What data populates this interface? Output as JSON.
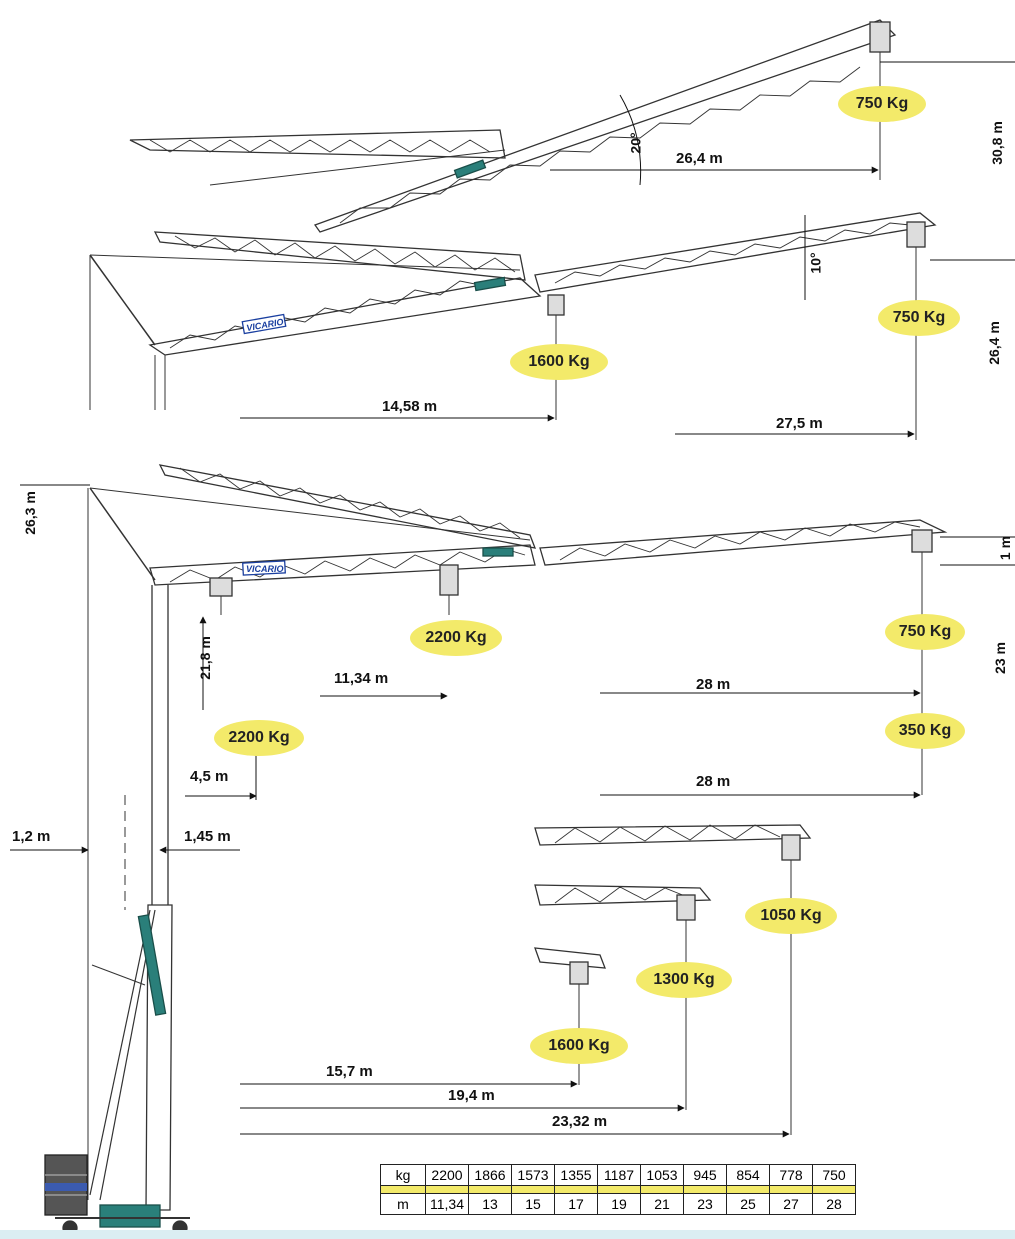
{
  "brand": "VICARIO",
  "colors": {
    "load_highlight": "#f3ea6a",
    "structure": "#333333",
    "accent": "#2a7f7a"
  },
  "configurations": {
    "raised_20": {
      "angle": "20°",
      "radius": "26,4 m",
      "height": "30,8 m",
      "tip_load": "750 Kg"
    },
    "raised_10": {
      "angle": "10°",
      "radius_mid": "14,58 m",
      "load_mid": "1600 Kg",
      "radius_tip": "27,5 m",
      "load_tip": "750 Kg",
      "height": "26,4 m"
    },
    "horizontal": {
      "top_height": "26,3 m",
      "hook_height": "21,8 m",
      "tip_drop": "1 m",
      "tip_height": "23 m",
      "r_min": "4,5 m",
      "load_min": "2200 Kg",
      "r_mid": "11,34 m",
      "load_mid": "2200 Kg",
      "r_tip": "28 m",
      "load_tip": "750 Kg",
      "r_tip2": "28 m",
      "load_tip2": "350 Kg",
      "back_offset": "1,2 m",
      "front_offset": "1,45 m"
    },
    "short_jibs": [
      {
        "radius": "15,7 m",
        "load": "1600 Kg"
      },
      {
        "radius": "19,4 m",
        "load": "1300 Kg"
      },
      {
        "radius": "23,32 m",
        "load": "1050 Kg"
      }
    ]
  },
  "capacity_table": {
    "row_kg_label": "kg",
    "row_m_label": "m",
    "kg": [
      "2200",
      "1866",
      "1573",
      "1355",
      "1187",
      "1053",
      "945",
      "854",
      "778",
      "750"
    ],
    "m": [
      "11,34",
      "13",
      "15",
      "17",
      "19",
      "21",
      "23",
      "25",
      "27",
      "28"
    ]
  }
}
